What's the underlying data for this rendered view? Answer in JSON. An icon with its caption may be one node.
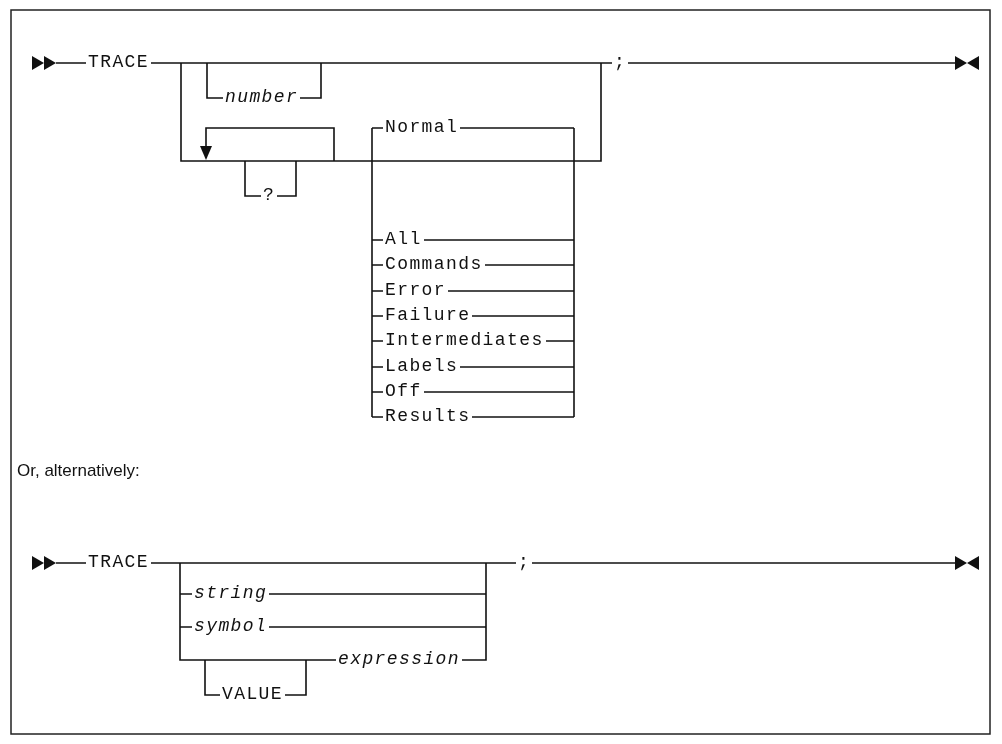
{
  "diagram": {
    "labels": [
      "TRACE",
      "number",
      ";",
      "Normal",
      "?",
      "All",
      "Commands",
      "Error",
      "Failure",
      "Intermediates",
      "Labels",
      "Off",
      "Results",
      "Or, alternatively:",
      "TRACE",
      ";",
      "string",
      "symbol",
      "expression",
      "VALUE"
    ]
  }
}
